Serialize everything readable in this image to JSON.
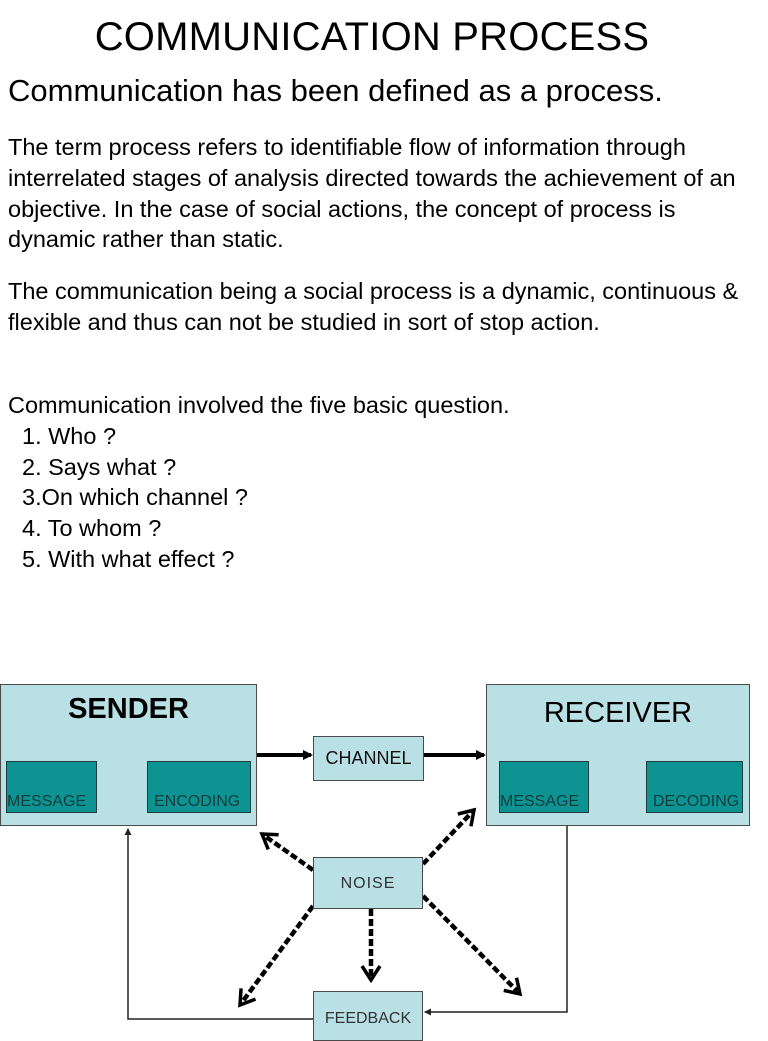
{
  "slide": {
    "title": "COMMUNICATION PROCESS",
    "subtitle": "Communication has been defined as a process.",
    "paragraph1": "The term process refers to identifiable flow of information through interrelated stages of analysis  directed towards the achievement of an objective. In the case of social actions, the concept of process is dynamic rather than static.",
    "paragraph2": "The communication being a social process is a dynamic, continuous & flexible and thus can not be studied in sort of stop action.",
    "questions_intro": "Communication involved the five basic question.",
    "questions": [
      "1. Who ?",
      "2. Says what ?",
      "3.On which channel ?",
      "4. To whom ?",
      "5. With what effect ?"
    ]
  },
  "diagram": {
    "sender": {
      "label": "SENDER",
      "message": "MESSAGE",
      "encoding": "ENCODING"
    },
    "receiver": {
      "label": "RECEIVER",
      "message": "MESSAGE",
      "decoding": "DECODING"
    },
    "channel": "CHANNEL",
    "noise": "NOISE",
    "feedback": "FEEDBACK",
    "colors": {
      "outer_box": "#b9e0e4",
      "inner_box": "#0e9393",
      "arrow": "#000000"
    }
  }
}
